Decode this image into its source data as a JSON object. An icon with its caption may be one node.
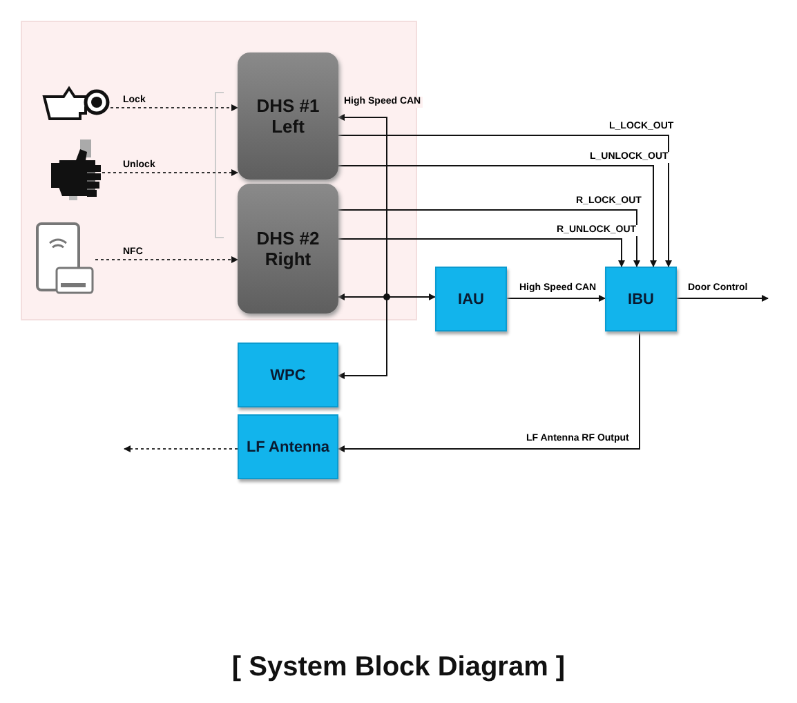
{
  "diagram": {
    "nodes": [
      {
        "text": [],
        "shape": "picture"
      },
      {
        "text": [],
        "shape": "picture"
      },
      {
        "text": [],
        "shape": "picture"
      },
      {
        "text": [
          "DHS #1 Left"
        ]
      },
      {
        "text": [
          "DHS #2 Right"
        ]
      },
      {
        "text": [
          "IAU"
        ]
      },
      {
        "text": [
          "IBU"
        ]
      },
      {
        "text": [
          "WPC"
        ]
      },
      {
        "text": [
          "LF Antenna"
        ]
      }
    ],
    "edges": [
      {
        "from": 0,
        "to": 3,
        "arrow": "to",
        "label": "Lock",
        "style": "dashed"
      },
      {
        "from": 1,
        "to": 3,
        "arrow": "to",
        "label": "Unlock",
        "style": "dashed"
      },
      {
        "from": 2,
        "to": 4,
        "arrow": "to",
        "label": "NFC",
        "style": "dashed"
      },
      {
        "from": 5,
        "to": 4,
        "arrow": "both"
      },
      {
        "from": 5,
        "to": 3,
        "arrow": "to",
        "label": "High Speed CAN"
      },
      {
        "from": 5,
        "to": 7,
        "arrow": "to"
      },
      {
        "from": 5,
        "to": 6,
        "arrow": "to",
        "label": "High Speed CAN"
      },
      {
        "from": 3,
        "to": 6,
        "arrow": "to",
        "label": "L_LOCK_OUT"
      },
      {
        "from": 3,
        "to": 6,
        "arrow": "to",
        "label": "L_UNLOCK_OUT"
      },
      {
        "from": 4,
        "to": 6,
        "arrow": "to",
        "label": "R_LOCK_OUT"
      },
      {
        "from": 4,
        "to": 6,
        "arrow": "to",
        "label": "R_UNLOCK_OUT"
      },
      {
        "from": 6,
        "to": null,
        "arrow": "to",
        "label": "Door Control"
      },
      {
        "from": 6,
        "to": 8,
        "arrow": "to",
        "label": "LF Antenna RF Output"
      },
      {
        "from": 8,
        "to": null,
        "arrow": "to",
        "style": "dashed"
      }
    ],
    "caption": "[ System Block Diagram ]"
  }
}
